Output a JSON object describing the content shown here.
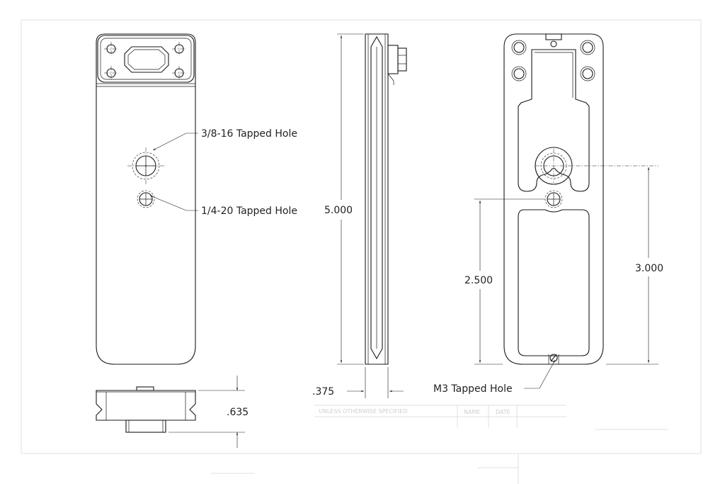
{
  "callouts": {
    "hole_3_8": "3/8-16 Tapped Hole",
    "hole_1_4": "1/4-20 Tapped Hole",
    "hole_m3": "M3 Tapped Hole"
  },
  "dimensions": {
    "length": "5.000",
    "thickness": ".375",
    "height": ".635",
    "offset_1": "2.500",
    "offset_2": "3.000"
  },
  "title_block": {
    "unless": "UNLESS OTHERWISE SPECIFIED",
    "name": "NAME",
    "date": "DATE"
  }
}
